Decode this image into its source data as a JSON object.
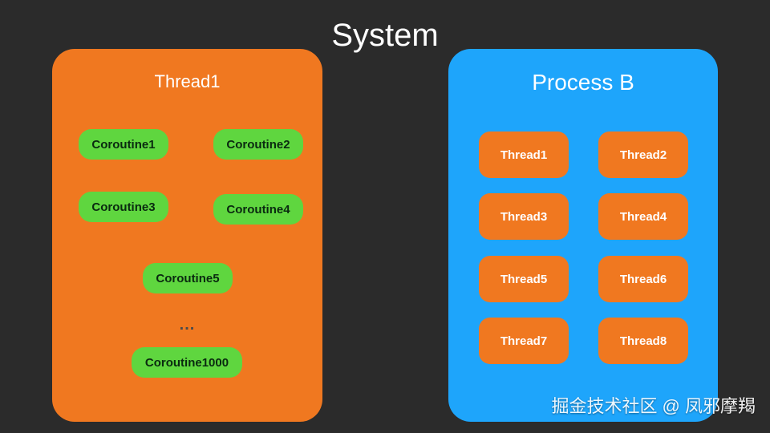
{
  "title": "System",
  "left_panel": {
    "title": "Thread1",
    "color": "#f07820",
    "coroutines": [
      "Coroutine1",
      "Coroutine2",
      "Coroutine3",
      "Coroutine4",
      "Coroutine5",
      "Coroutine1000"
    ],
    "ellipsis": "..."
  },
  "right_panel": {
    "title": "Process B",
    "color": "#1ea5fb",
    "threads": [
      "Thread1",
      "Thread2",
      "Thread3",
      "Thread4",
      "Thread5",
      "Thread6",
      "Thread7",
      "Thread8"
    ]
  },
  "coroutine_color": "#5fd63f",
  "watermark": "掘金技术社区 @ 凤邪摩羯"
}
